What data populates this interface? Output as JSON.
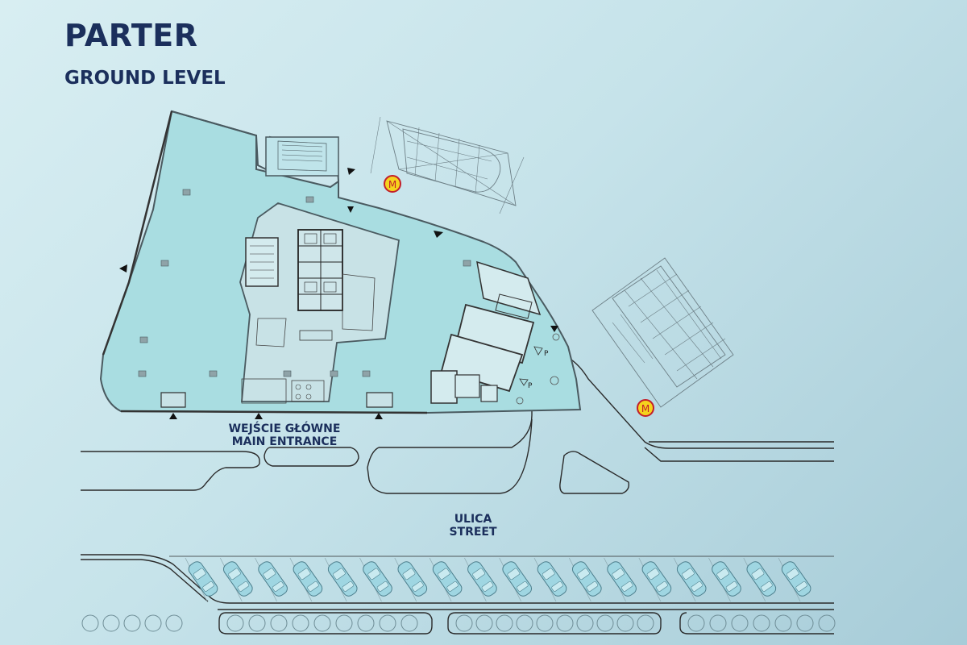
{
  "header": {
    "title": "PARTER",
    "subtitle": "GROUND LEVEL"
  },
  "labels": {
    "entrance_pl": "WEJŚCIE GŁÓWNE",
    "entrance_en": "MAIN ENTRANCE",
    "street_pl": "ULICA",
    "street_en": "STREET"
  },
  "metro": {
    "symbol": "M",
    "count": 2
  },
  "parking": {
    "symbol": "P",
    "count": 2
  },
  "icons": {
    "metro": "metro-sign-icon",
    "parking": "parking-sign-icon",
    "entrance": "entrance-arrow-icon",
    "car": "parked-car-icon",
    "tree": "tree-icon"
  },
  "colors": {
    "title": "#1b2f5c",
    "building_fill": "#a9dde1",
    "metro_fill": "#f5d31d",
    "metro_outline": "#c31f2a",
    "car_fill": "#9fd6e2"
  }
}
